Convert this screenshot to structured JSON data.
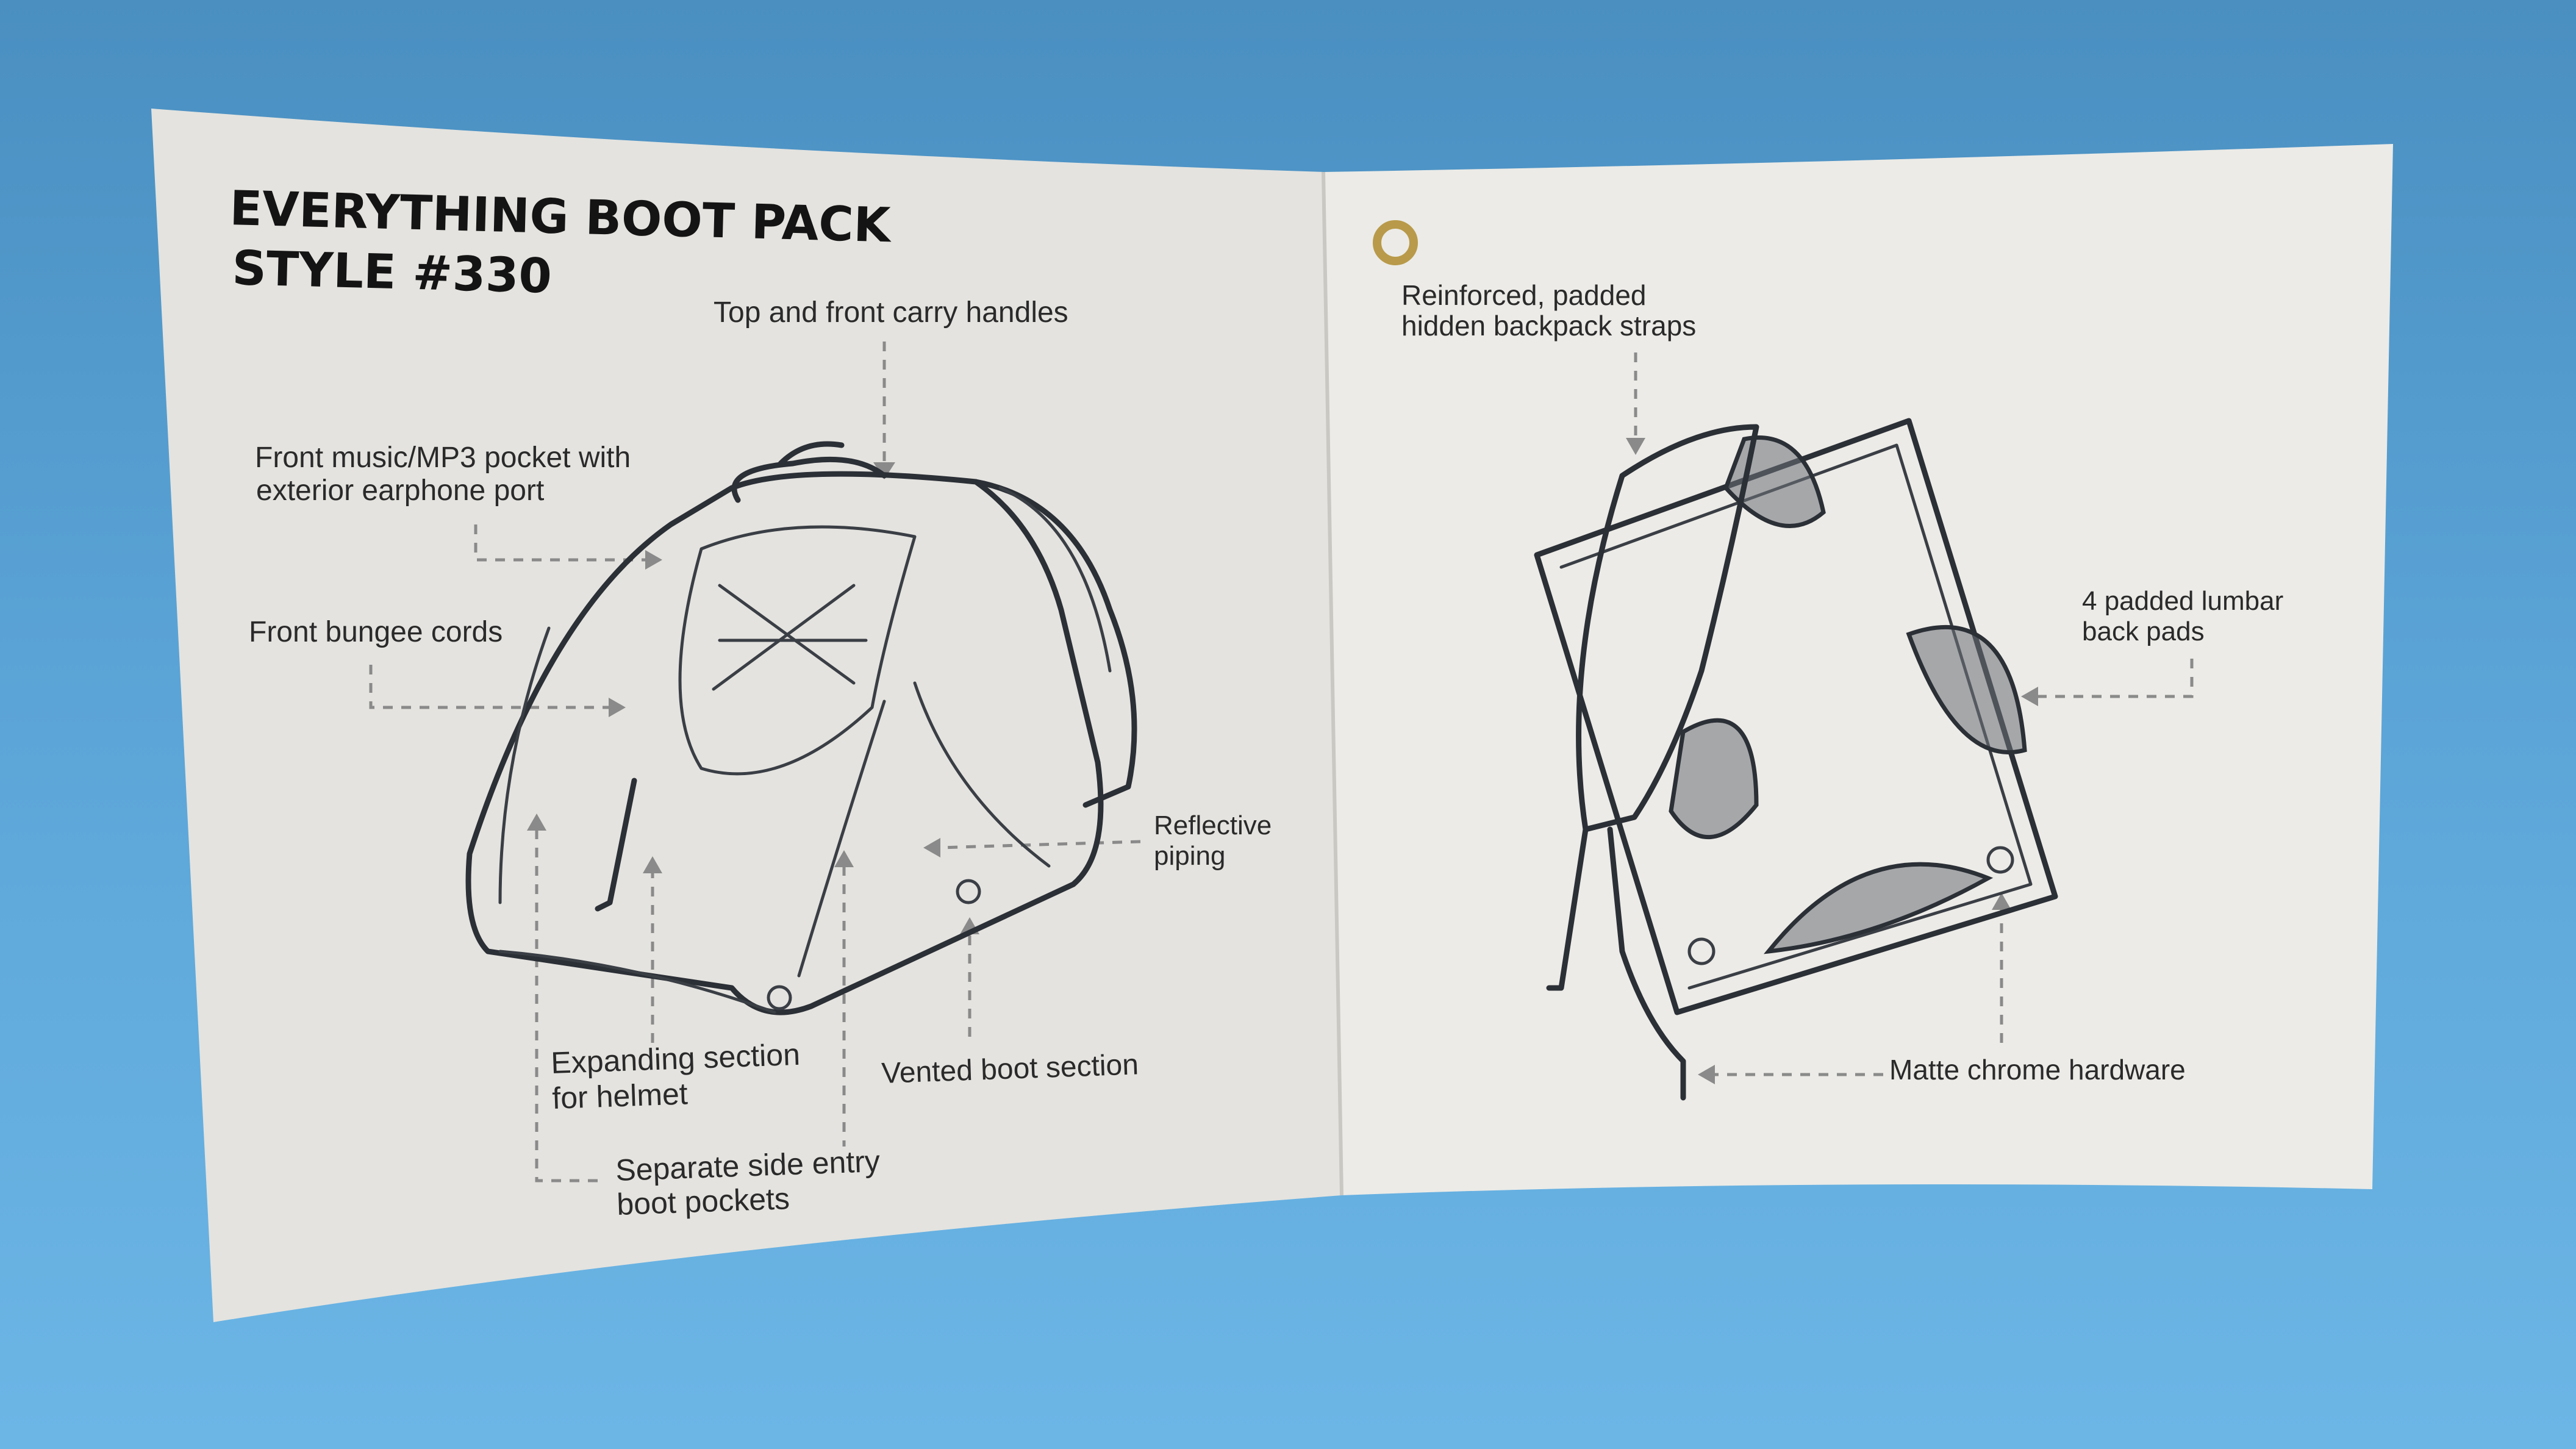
{
  "brochure": {
    "title_line1": "EVERYTHING BOOT PACK",
    "title_line2": "STYLE #330",
    "left_callouts": {
      "top_handles": "Top and front carry handles",
      "music_line1": "Front music/MP3 pocket with",
      "music_line2": "exterior earphone port",
      "bungee": "Front bungee cords",
      "reflective_line1": "Reflective",
      "reflective_line2": "piping",
      "expanding_line1": "Expanding section",
      "expanding_line2": "for helmet",
      "vented": "Vented boot section",
      "side_line1": "Separate side entry",
      "side_line2": "boot pockets"
    },
    "right_callouts": {
      "straps_line1": "Reinforced, padded",
      "straps_line2": "hidden backpack straps",
      "lumbar_line1": "4 padded lumbar",
      "lumbar_line2": "back pads",
      "hardware": "Matte chrome hardware"
    }
  },
  "colors": {
    "background": "#5aa3d6",
    "paper": "#e9e8e4",
    "ink": "#2b2f36",
    "grommet": "#b89a4a"
  }
}
